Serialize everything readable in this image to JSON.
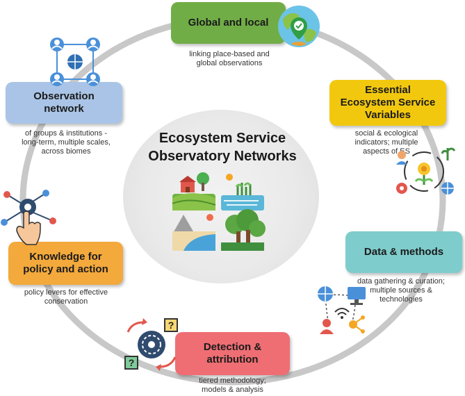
{
  "hub": {
    "title_line1": "Ecosystem Service",
    "title_line2": "Observatory Networks"
  },
  "nodes": [
    {
      "id": "global",
      "title_line1": "Global and local",
      "title_line2": "",
      "desc_line1": "linking place-based and",
      "desc_line2": "global observations",
      "desc_line3": "",
      "color": "#71ad47"
    },
    {
      "id": "essv",
      "title_line1": "Essential",
      "title_line2": "Ecosystem Service",
      "title_line3": "Variables",
      "desc_line1": "social & ecological",
      "desc_line2": "indicators; multiple",
      "desc_line3": "aspects of ES",
      "color": "#f2c80f"
    },
    {
      "id": "data",
      "title_line1": "Data & methods",
      "title_line2": "",
      "desc_line1": "data gathering & curation;",
      "desc_line2": "multiple sources &",
      "desc_line3": "technologies",
      "color": "#7fcccc"
    },
    {
      "id": "detect",
      "title_line1": "Detection &",
      "title_line2": "attribution",
      "desc_line1": "tiered methodology;",
      "desc_line2": "models & analysis",
      "desc_line3": "",
      "color": "#ee6e73"
    },
    {
      "id": "knowledge",
      "title_line1": "Knowledge for",
      "title_line2": "policy and action",
      "desc_line1": "policy levers for effective",
      "desc_line2": "conservation",
      "desc_line3": "",
      "color": "#f3a93c"
    },
    {
      "id": "network",
      "title_line1": "Observation",
      "title_line2": "network",
      "desc_line1": "of groups & institutions  -",
      "desc_line2": "long-term, multiple scales,",
      "desc_line3": "across biomes",
      "color": "#a9c4e6"
    }
  ],
  "icons": {
    "q1": "?",
    "q2": "?"
  }
}
